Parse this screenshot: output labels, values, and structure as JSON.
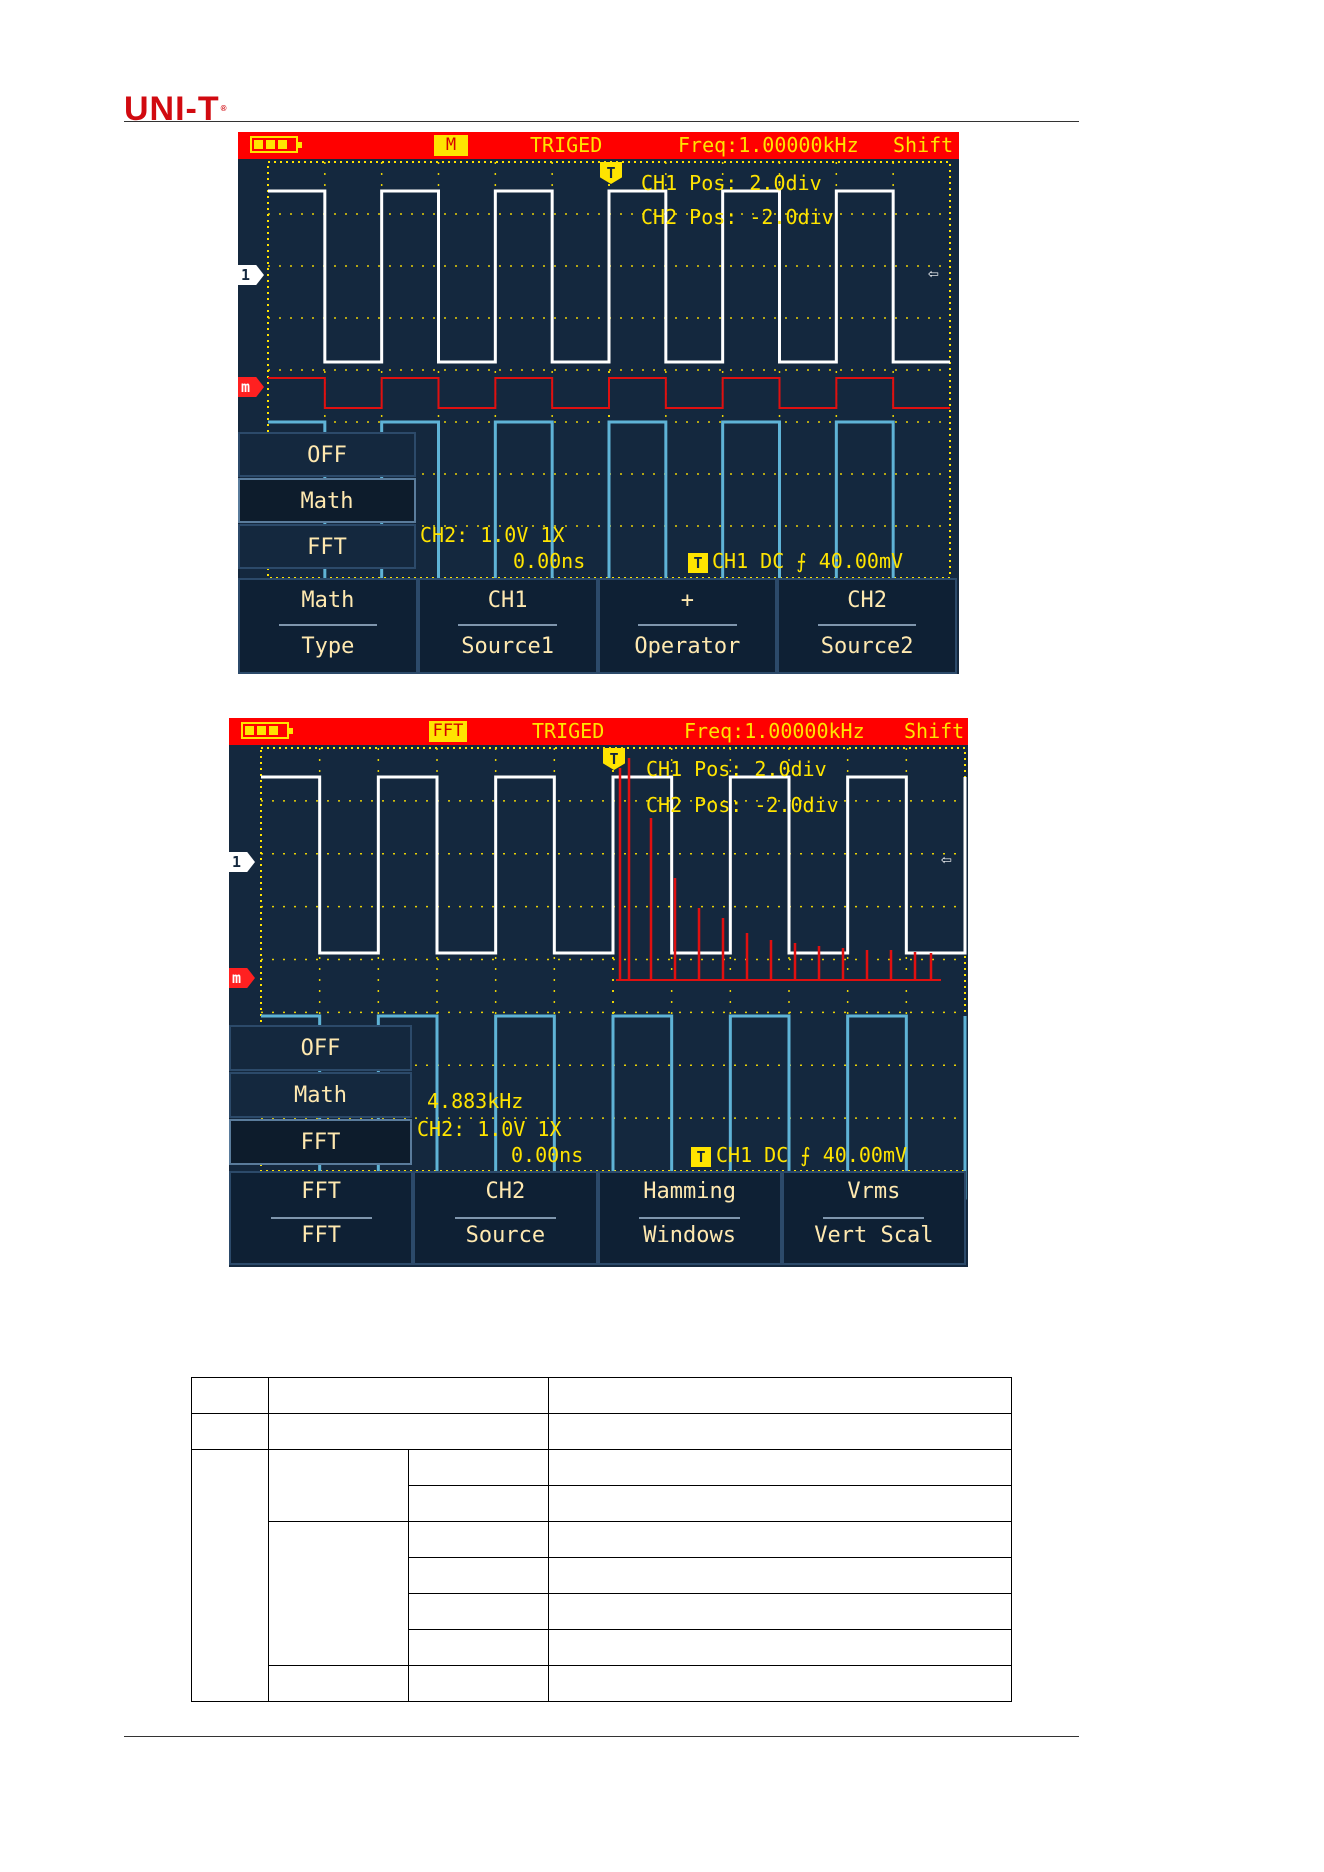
{
  "header": {
    "logo_text": "UNI-T",
    "logo_mark": "®"
  },
  "screen1": {
    "status": {
      "mode_badge": "M",
      "trigger_status": "TRIGED",
      "freq": "Freq:1.00000kHz",
      "shift": "Shift"
    },
    "overlay": {
      "ch1_pos": "CH1 Pos: 2.0div",
      "ch2_pos": "CH2 Pos: -2.0div",
      "ch2_scale": "CH2: 1.0V 1X",
      "time_offset": "0.00ns",
      "trigger_info": "CH1 DC ⨍ 40.00mV"
    },
    "markers": {
      "ch1": "1",
      "math": "m",
      "trig": "T",
      "trig_box": "T"
    },
    "side_menu": [
      "OFF",
      "Math",
      "FFT"
    ],
    "softkeys": [
      {
        "top": "Math",
        "bottom": "Type"
      },
      {
        "top": "CH1",
        "bottom": "Source1"
      },
      {
        "top": "+",
        "bottom": "Operator"
      },
      {
        "top": "CH2",
        "bottom": "Source2"
      }
    ]
  },
  "screen2": {
    "status": {
      "mode_badge": "FFT",
      "trigger_status": "TRIGED",
      "freq": "Freq:1.00000kHz",
      "shift": "Shift"
    },
    "overlay": {
      "ch1_pos": "CH1 Pos: 2.0div",
      "ch2_pos": "CH2 Pos: -2.0div",
      "fft_freq": "4.883kHz",
      "ch2_scale": "CH2: 1.0V 1X",
      "time_offset": "0.00ns",
      "trigger_info": "CH1 DC ⨍ 40.00mV"
    },
    "markers": {
      "ch1": "1",
      "math": "m",
      "trig": "T",
      "trig_box": "T"
    },
    "side_menu": [
      "OFF",
      "Math",
      "FFT"
    ],
    "softkeys": [
      {
        "top": "FFT",
        "bottom": "FFT"
      },
      {
        "top": "CH2",
        "bottom": "Source"
      },
      {
        "top": "Hamming",
        "bottom": "Windows"
      },
      {
        "top": "Vrms",
        "bottom": "Vert Scal"
      }
    ]
  },
  "colors": {
    "screen_bg": "#14283e",
    "statusbar": "#ff0000",
    "text_yellow": "#ffe400",
    "ch1": "#ffffff",
    "ch2": "#5fb3d6",
    "math": "#e01010",
    "menu_text": "#ffe9b0",
    "brand": "#d10a10"
  }
}
